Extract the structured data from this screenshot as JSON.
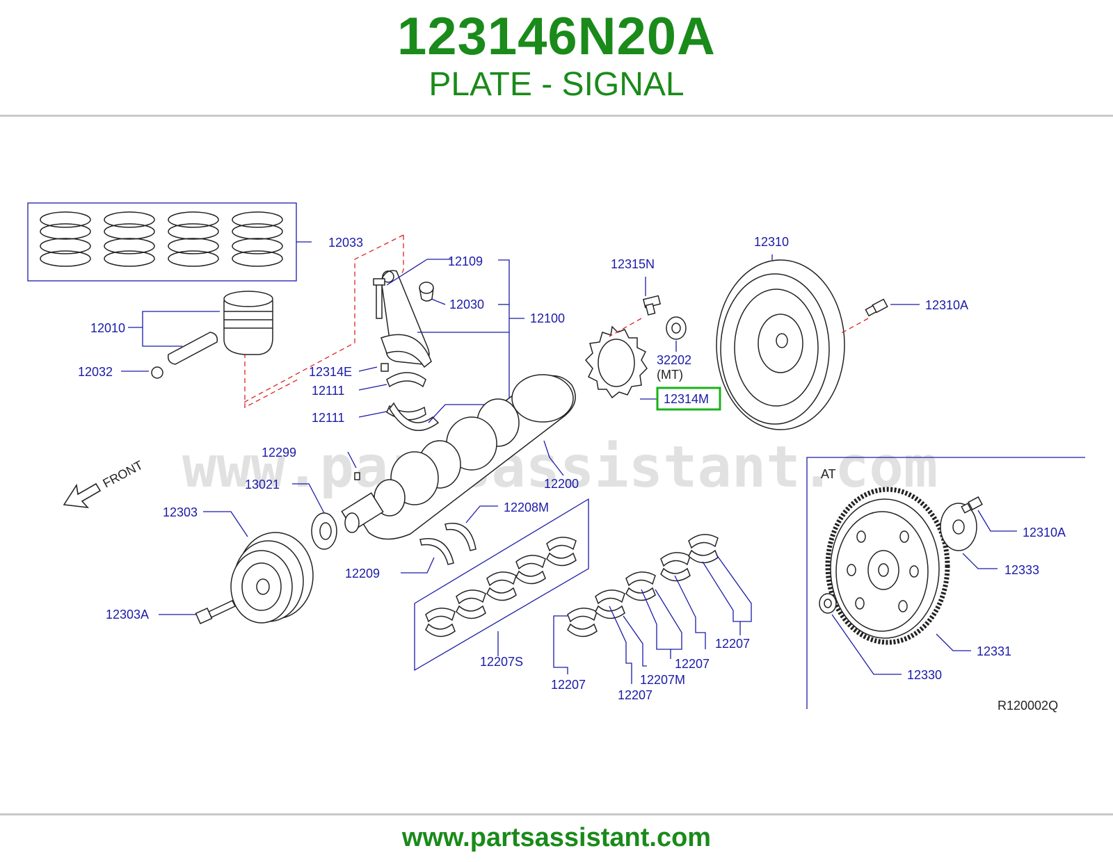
{
  "header": {
    "part_number": "123146N20A",
    "part_name": "PLATE - SIGNAL"
  },
  "diagram": {
    "watermark": "www.partsassistant.com",
    "front_label": "FRONT",
    "variant_at": "AT",
    "variant_mt": "(MT)",
    "drawing_code": "R120002Q",
    "highlight_color": "#19b219",
    "label_color": "#1a1aa8",
    "callouts": {
      "c12033": "12033",
      "c12109": "12109",
      "c12030": "12030",
      "c12100": "12100",
      "c12010": "12010",
      "c12032": "12032",
      "c12314E": "12314E",
      "c12111a": "12111",
      "c12111b": "12111",
      "c12315N": "12315N",
      "c32202": "32202",
      "c12314M": "12314M",
      "c12310": "12310",
      "c12310A_top": "12310A",
      "c12299": "12299",
      "c13021": "13021",
      "c12200": "12200",
      "c12303": "12303",
      "c12208M": "12208M",
      "c12209": "12209",
      "c12303A": "12303A",
      "c12207S": "12207S",
      "c12207a": "12207",
      "c12207b": "12207",
      "c12207M": "12207M",
      "c12207c": "12207",
      "c12207d": "12207",
      "c12310A_bottom": "12310A",
      "c12333": "12333",
      "c12331": "12331",
      "c12330": "12330"
    }
  },
  "footer": {
    "url": "www.partsassistant.com"
  }
}
